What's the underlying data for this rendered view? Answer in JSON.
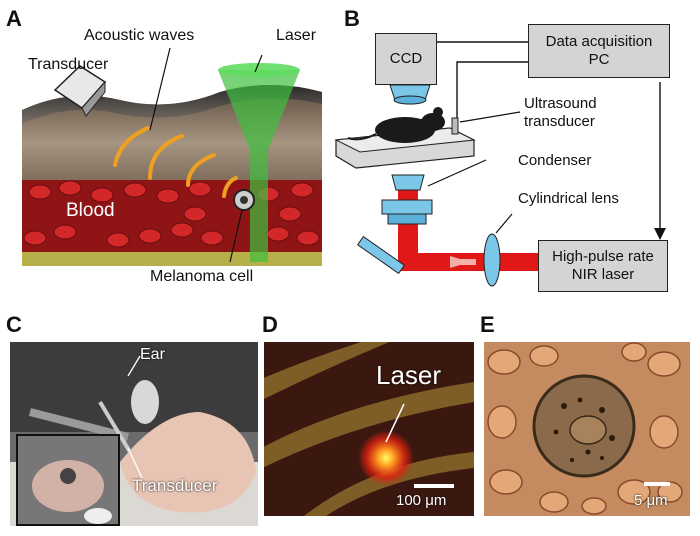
{
  "panels": {
    "a": {
      "letter": "A",
      "transducer": "Transducer",
      "acoustic_waves": "Acoustic waves",
      "laser": "Laser",
      "blood": "Blood",
      "melanoma": "Melanoma cell"
    },
    "b": {
      "letter": "B",
      "ccd": "CCD",
      "daq_line1": "Data acquisition",
      "daq_line2": "PC",
      "us_line1": "Ultrasound",
      "us_line2": "transducer",
      "condenser": "Condenser",
      "cyl_lens": "Cylindrical lens",
      "laser_line1": "High-pulse rate",
      "laser_line2": "NIR laser"
    },
    "c": {
      "letter": "C",
      "ear": "Ear",
      "transducer": "Transducer"
    },
    "d": {
      "letter": "D",
      "laser": "Laser",
      "scale": "100 μm"
    },
    "e": {
      "letter": "E",
      "scale": "5 μm"
    }
  },
  "colors": {
    "laser_green": "#3fbf3f",
    "blood_red": "#c8181c",
    "nir_red": "#e01818",
    "optics_blue": "#7cc6e8",
    "box_gray": "#d4d4d4"
  }
}
